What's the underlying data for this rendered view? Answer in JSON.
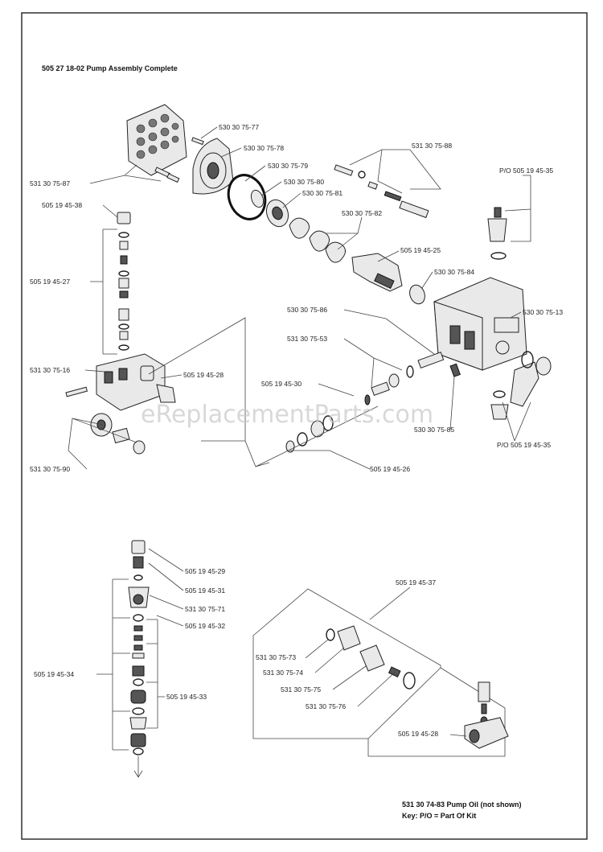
{
  "header": {
    "title": "505 27 18-02 Pump Assembly Complete"
  },
  "watermark": "eReplacementParts.com",
  "labels": {
    "l_530_30_75_77": "530 30 75-77",
    "l_530_30_75_78": "530 30 75-78",
    "l_530_30_75_79": "530 30 75-79",
    "l_530_30_75_80": "530 30 75-80",
    "l_530_30_75_81": "530 30 75-81",
    "l_530_30_75_82": "530 30 75-82",
    "l_531_30_75_88": "531 30 75-88",
    "l_531_30_75_87": "531 30 75-87",
    "l_505_19_45_38": "505 19 45-38",
    "l_505_19_45_27": "505 19 45-27",
    "l_505_19_45_25": "505 19 45-25",
    "l_530_30_75_84": "530 30 75-84",
    "l_po_505_19_45_35a": "P/O 505 19 45-35",
    "l_530_30_75_86": "530 30 75-86",
    "l_530_30_75_13": "530 30 75-13",
    "l_531_30_75_53": "531 30 75-53",
    "l_531_30_75_16": "531 30 75-16",
    "l_505_19_45_28": "505 19 45-28",
    "l_505_19_45_30": "505 19 45-30",
    "l_530_30_75_85": "530 30 75-85",
    "l_po_505_19_45_35b": "P/O 505 19 45-35",
    "l_531_30_75_90": "531 30 75-90",
    "l_505_19_45_26": "505 19 45-26",
    "l_505_19_45_29": "505 19 45-29",
    "l_505_19_45_31": "505 19 45-31",
    "l_531_30_75_71": "531 30 75-71",
    "l_505_19_45_32": "505 19 45-32",
    "l_505_19_45_34": "505 19 45-34",
    "l_505_19_45_33": "505 19 45-33",
    "l_505_19_45_37": "505 19 45-37",
    "l_531_30_75_73": "531 30 75-73",
    "l_531_30_75_74": "531 30 75-74",
    "l_531_30_75_75": "531 30 75-75",
    "l_531_30_75_76": "531 30 75-76",
    "l_505_19_45_28b": "505 19 45-28"
  },
  "footer": {
    "oil_note": "531 30 74-83 Pump Oil  (not shown)",
    "key_note": "Key:  P/O = Part Of Kit"
  }
}
